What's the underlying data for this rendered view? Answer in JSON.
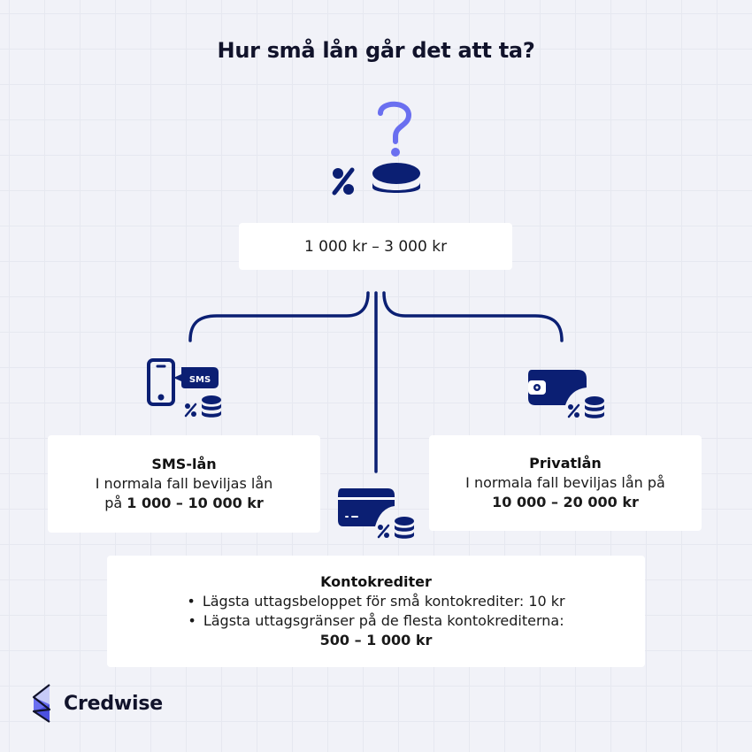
{
  "title": "Hur små lån går det att ta?",
  "hero": {
    "icons": [
      "question-mark-icon",
      "percent-icon",
      "coin-stack-icon"
    ],
    "range_label": "1 000 kr – 3 000 kr"
  },
  "branches": {
    "sms": {
      "icon": "phone-sms-icon",
      "badge": "SMS",
      "title": "SMS-lån",
      "line1": "I normala fall beviljas lån",
      "line2_prefix": "på ",
      "line2_bold": "1 000 – 10 000 kr"
    },
    "privat": {
      "icon": "wallet-icon",
      "title": "Privatlån",
      "line1": "I normala fall beviljas lån på",
      "line2_bold": "10 000 – 20 000 kr"
    },
    "konto": {
      "icon": "credit-card-icon",
      "title": "Kontokrediter",
      "bullets": [
        "Lägsta uttagsbeloppet för små kontokrediter: 10 kr",
        "Lägsta uttagsgränser på de flesta kontokrediterna:"
      ],
      "bold_line": "500 – 1 000 kr"
    }
  },
  "brand": {
    "name": "Credwise"
  },
  "colors": {
    "navy": "#0b1f73",
    "accent": "#6a6ff0",
    "light_accent": "#c7cbf7",
    "background": "#f1f2f8",
    "title": "#11132b"
  }
}
